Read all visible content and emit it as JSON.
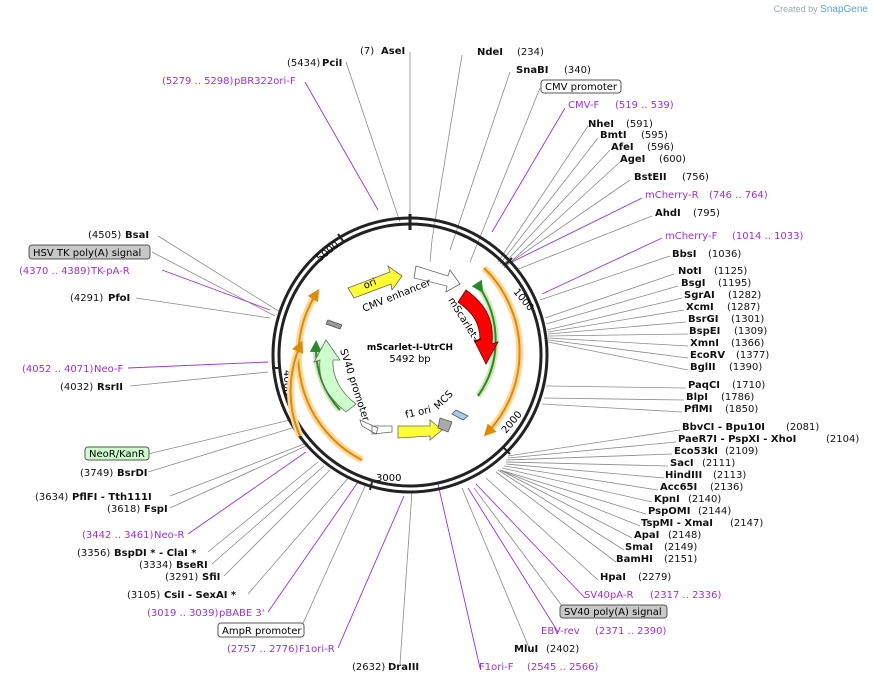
{
  "brand": {
    "created_by": "Created by",
    "name": "SnapGene"
  },
  "plasmid": {
    "name": "mScarlet-I-UtrCH",
    "length_bp": 5492,
    "length_label": "5492 bp"
  },
  "ticks": [
    "1000",
    "2000",
    "3000",
    "4000",
    "5000"
  ],
  "features": [
    {
      "label": "ori",
      "color": "#ffff33"
    },
    {
      "label": "CMV enhancer",
      "color": "#ffffff"
    },
    {
      "label": "mScarlet-I",
      "color": "#ff0000"
    },
    {
      "label": "SV40 promoter",
      "color": "#ccffcc"
    },
    {
      "label": "f1 ori",
      "color": "#ffff33"
    },
    {
      "label": "MCS",
      "color": "#a8cdea"
    }
  ],
  "labels_right": [
    {
      "name": "NdeI",
      "pos": "(234)"
    },
    {
      "name": "SnaBI",
      "pos": "(340)"
    },
    {
      "box": "CMV promoter"
    },
    {
      "primer": "CMV-F",
      "range": "(519 .. 539)"
    },
    {
      "name": "NheI",
      "pos": "(591)"
    },
    {
      "name": "BmtI",
      "pos": "(595)"
    },
    {
      "name": "AfeI",
      "pos": "(596)"
    },
    {
      "name": "AgeI",
      "pos": "(600)"
    },
    {
      "name": "BstEII",
      "pos": "(756)"
    },
    {
      "primer": "mCherry-R",
      "range": "(746 .. 764)"
    },
    {
      "name": "AhdI",
      "pos": "(795)"
    },
    {
      "primer": "mCherry-F",
      "range": "(1014 .. 1033)"
    },
    {
      "name": "BbsI",
      "pos": "(1036)"
    },
    {
      "name": "NotI",
      "pos": "(1125)"
    },
    {
      "name": "BsgI",
      "pos": "(1195)"
    },
    {
      "name": "SgrAI",
      "pos": "(1282)"
    },
    {
      "name": "XcmI",
      "pos": "(1287)"
    },
    {
      "name": "BsrGI",
      "pos": "(1301)"
    },
    {
      "name": "BspEI",
      "pos": "(1309)"
    },
    {
      "name": "XmnI",
      "pos": "(1366)"
    },
    {
      "name": "EcoRV",
      "pos": "(1377)"
    },
    {
      "name": "BglII",
      "pos": "(1390)"
    },
    {
      "name": "PaqCI",
      "pos": "(1710)"
    },
    {
      "name": "BlpI",
      "pos": "(1786)"
    },
    {
      "name": "PflMI",
      "pos": "(1850)"
    },
    {
      "name": "BbvCI - Bpu10I",
      "pos": "(2081)"
    },
    {
      "name": "PaeR7I - PspXI - XhoI",
      "pos": "(2104)"
    },
    {
      "name": "Eco53kI",
      "pos": "(2109)"
    },
    {
      "name": "SacI",
      "pos": "(2111)"
    },
    {
      "name": "HindIII",
      "pos": "(2113)"
    },
    {
      "name": "Acc65I",
      "pos": "(2136)"
    },
    {
      "name": "KpnI",
      "pos": "(2140)"
    },
    {
      "name": "PspOMI",
      "pos": "(2144)"
    },
    {
      "name": "TspMI - XmaI",
      "pos": "(2147)"
    },
    {
      "name": "ApaI",
      "pos": "(2148)"
    },
    {
      "name": "SmaI",
      "pos": "(2149)"
    },
    {
      "name": "BamHI",
      "pos": "(2151)"
    },
    {
      "name": "HpaI",
      "pos": "(2279)"
    },
    {
      "primer": "SV40pA-R",
      "range": "(2317 .. 2336)"
    },
    {
      "box": "SV40 poly(A) signal"
    },
    {
      "primer": "EBV-rev",
      "range": "(2371 .. 2390)"
    },
    {
      "name": "MluI",
      "pos": "(2402)"
    },
    {
      "primer": "F1ori-F",
      "range": "(2545 .. 2566)"
    }
  ],
  "labels_left": [
    {
      "name": "AseI",
      "pos": "(7)"
    },
    {
      "name": "PciI",
      "pos": "(5434)"
    },
    {
      "primer": "pBR322ori-F",
      "range": "(5279 .. 5298)"
    },
    {
      "name": "BsaI",
      "pos": "(4505)"
    },
    {
      "box": "HSV TK poly(A) signal"
    },
    {
      "primer": "TK-pA-R",
      "range": "(4370 .. 4389)"
    },
    {
      "name": "PfoI",
      "pos": "(4291)"
    },
    {
      "primer": "Neo-F",
      "range": "(4052 .. 4071)"
    },
    {
      "name": "RsrII",
      "pos": "(4032)"
    },
    {
      "box": "NeoR/KanR"
    },
    {
      "name": "BsrDI",
      "pos": "(3749)"
    },
    {
      "name": "PflFI - Tth111I",
      "pos": "(3634)"
    },
    {
      "name": "FspI",
      "pos": "(3618)"
    },
    {
      "primer": "Neo-R",
      "range": "(3442 .. 3461)"
    },
    {
      "name": "BspDI * - ClaI *",
      "pos": "(3356)"
    },
    {
      "name": "BseRI",
      "pos": "(3334)"
    },
    {
      "name": "SfiI",
      "pos": "(3291)"
    },
    {
      "name": "CsiI - SexAI *",
      "pos": "(3105)"
    },
    {
      "primer": "pBABE 3'",
      "range": "(3019 .. 3039)"
    },
    {
      "box": "AmpR promoter"
    },
    {
      "primer": "F1ori-R",
      "range": "(2757 .. 2776)"
    },
    {
      "name": "DraIII",
      "pos": "(2632)"
    }
  ]
}
